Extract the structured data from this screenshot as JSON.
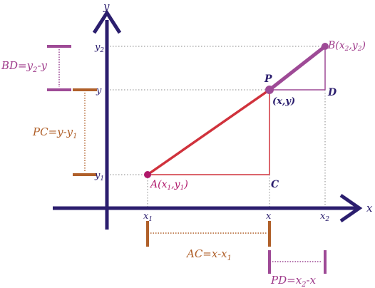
{
  "diagram": {
    "axes": {
      "x_label": "x",
      "y_label": "y"
    },
    "ticks_x": [
      {
        "base": "x",
        "sub": "1"
      },
      {
        "base": "x",
        "sub": ""
      },
      {
        "base": "x",
        "sub": "2"
      }
    ],
    "ticks_y": [
      {
        "base": "y",
        "sub": "2"
      },
      {
        "base": "y",
        "sub": ""
      },
      {
        "base": "y",
        "sub": "1"
      }
    ],
    "points": {
      "A": {
        "name": "A",
        "coord": "(x1,y1)",
        "p1": "(x",
        "s1": "1",
        "p2": ",y",
        "s2": "1",
        "p3": ")"
      },
      "B": {
        "name": "B",
        "coord": "(x2,y2)",
        "p1": "(x",
        "s1": "2",
        "p2": ",y",
        "s2": "2",
        "p3": ")"
      },
      "P": {
        "name": "P",
        "coord": "(x,y)"
      },
      "C": {
        "name": "C"
      },
      "D": {
        "name": "D"
      }
    },
    "distances": {
      "BD": {
        "a": "BD=y",
        "sub": "2",
        "b": "-y"
      },
      "PC": {
        "a": "PC=y-y",
        "sub": "1",
        "b": ""
      },
      "AC": {
        "a": "AC=x-x",
        "sub": "1",
        "b": ""
      },
      "PD": {
        "a": "PD=x",
        "sub": "2",
        "b": "-x"
      }
    },
    "colors": {
      "axis": "#2b1e6e",
      "segment_ap": "#d0323c",
      "segment_pb": "#9e4a96",
      "triangle": "#d0323c",
      "triangle_small": "#9e4a96",
      "point": "#b0186a",
      "label_purple": "#9e3a8a",
      "label_brown": "#b0602a",
      "text_dark": "#2b1e6e",
      "guide": "#888888"
    }
  }
}
